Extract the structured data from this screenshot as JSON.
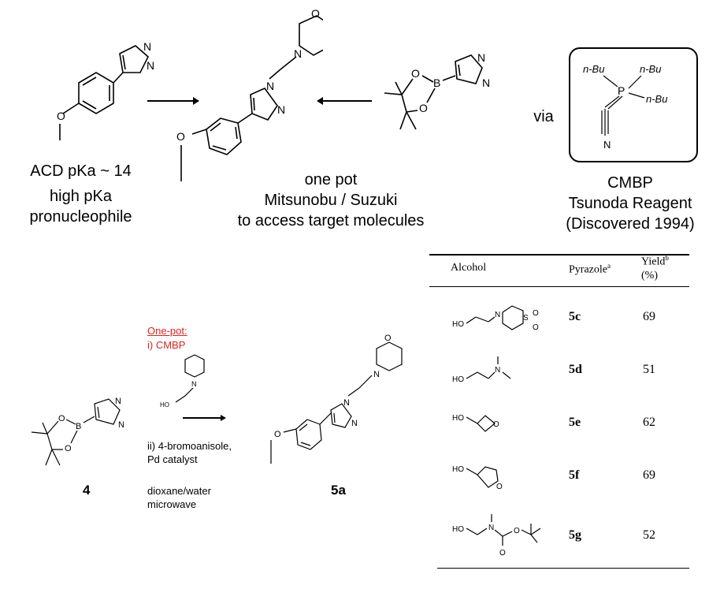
{
  "top": {
    "left_label_line1": "ACD pKa ~ 14",
    "left_label_line2": "high pKa",
    "left_label_line3": "pronucleophile",
    "center_line1": "one  pot",
    "center_line2": "Mitsunobu / Suzuki",
    "center_line3": "to access target molecules",
    "via": "via",
    "reagent_line1": "CMBP",
    "reagent_line2": "Tsunoda Reagent",
    "reagent_line3": "(Discovered 1994)",
    "reagent_atoms": {
      "p": "P",
      "n": "N",
      "nbu": "n-Bu",
      "o": "O",
      "b": "B"
    }
  },
  "bottom": {
    "onepot_title": "One-pot:",
    "step1": "i) CMBP",
    "step2a": "ii) 4-bromoanisole,",
    "step2b": "Pd catalyst",
    "solvent1": "dioxane/water",
    "solvent2": "microwave",
    "compound4": "4",
    "compound5a": "5a",
    "ho": "HO"
  },
  "table": {
    "headers": {
      "alcohol": "Alcohol",
      "pyrazole": "Pyrazole",
      "pyrazole_sup": "a",
      "yield": "Yield",
      "yield_sup": "b",
      "yield_unit": "(%)"
    },
    "rows": [
      {
        "pyrazole": "5c",
        "yield": "69"
      },
      {
        "pyrazole": "5d",
        "yield": "51"
      },
      {
        "pyrazole": "5e",
        "yield": "62"
      },
      {
        "pyrazole": "5f",
        "yield": "69"
      },
      {
        "pyrazole": "5g",
        "yield": "52"
      }
    ]
  }
}
